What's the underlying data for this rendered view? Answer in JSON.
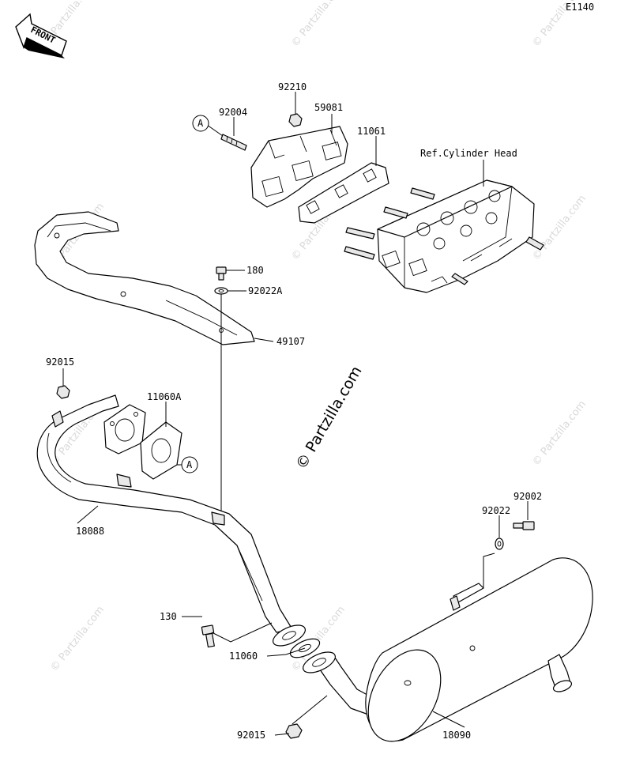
{
  "diagram_code": "E1140",
  "front_label": "FRONT",
  "watermark": "© Partzilla.com",
  "ref_label": "Ref.Cylinder Head",
  "callout_letter": "A",
  "parts": [
    {
      "id": "p92210",
      "number": "92210"
    },
    {
      "id": "p92004",
      "number": "92004"
    },
    {
      "id": "p59081",
      "number": "59081"
    },
    {
      "id": "p11061",
      "number": "11061"
    },
    {
      "id": "p180",
      "number": "180"
    },
    {
      "id": "p92022A",
      "number": "92022A"
    },
    {
      "id": "p49107",
      "number": "49107"
    },
    {
      "id": "p92015a",
      "number": "92015"
    },
    {
      "id": "p11060A",
      "number": "11060A"
    },
    {
      "id": "p18088",
      "number": "18088"
    },
    {
      "id": "p92002",
      "number": "92002"
    },
    {
      "id": "p92022",
      "number": "92022"
    },
    {
      "id": "p130",
      "number": "130"
    },
    {
      "id": "p11060",
      "number": "11060"
    },
    {
      "id": "p92015b",
      "number": "92015"
    },
    {
      "id": "p18090",
      "number": "18090"
    }
  ]
}
